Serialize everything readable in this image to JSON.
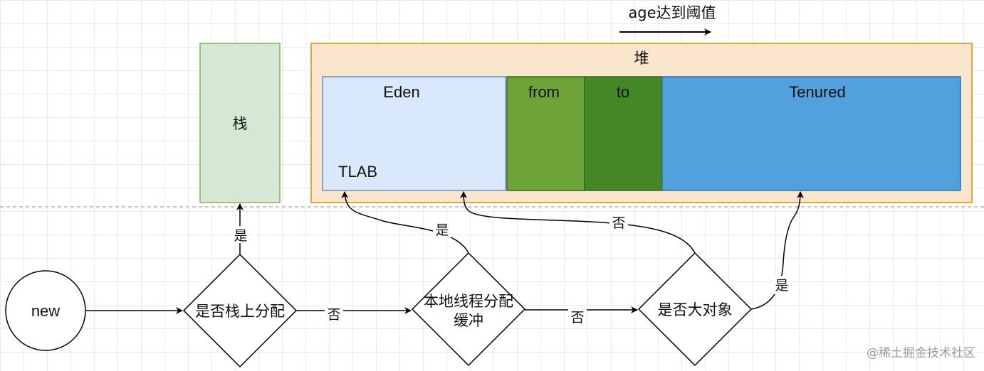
{
  "age_arrow_label": "age达到阈值",
  "stack": {
    "label": "栈"
  },
  "heap": {
    "label": "堆",
    "regions": {
      "eden": "Eden",
      "tlab": "TLAB",
      "from": "from",
      "to": "to",
      "tenured": "Tenured"
    }
  },
  "nodes": {
    "new": "new",
    "stack_alloc": "是否栈上分配",
    "tlab_line1": "本地线程分配",
    "tlab_line2": "缓冲",
    "big_object": "是否大对象"
  },
  "edges": {
    "stack_yes": "是",
    "stack_no": "否",
    "tlab_yes": "是",
    "tlab_no": "否",
    "big_yes": "是",
    "big_no": "否"
  },
  "watermark": "@稀土掘金技术社区",
  "colors": {
    "stack_fill": "#d5e8d4",
    "stack_stroke": "#82b366",
    "heap_fill": "#fae5cd",
    "heap_stroke": "#e8a33d",
    "eden_fill": "#dae8fc",
    "eden_stroke": "#6c8ebf",
    "from_fill": "#6ea33a",
    "to_fill": "#438825",
    "tenured_fill": "#52a0dc",
    "line": "#000000"
  }
}
